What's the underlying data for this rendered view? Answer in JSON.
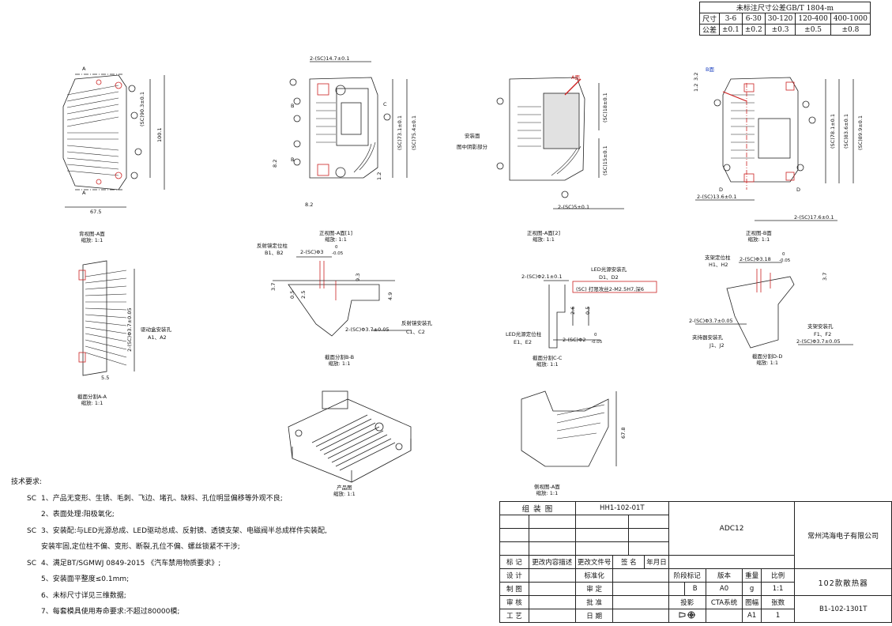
{
  "tolerance": {
    "title": "未标注尺寸公差GB/T 1804-m",
    "size_label": "尺寸",
    "tol_label": "公差",
    "ranges": [
      "3-6",
      "6-30",
      "30-120",
      "120-400",
      "400-1000"
    ],
    "values": [
      "±0.1",
      "±0.2",
      "±0.3",
      "±0.5",
      "±0.8"
    ]
  },
  "views": {
    "back": {
      "title": "背视图-A面",
      "scale": "缩放:  1:1",
      "dims": [
        "(SC)90.3±0.1",
        "100.1",
        "67.5"
      ],
      "marks": [
        "A",
        "A"
      ]
    },
    "front1": {
      "title": "正视图-A面[1]",
      "scale": "缩放:  1:1",
      "dims": [
        "2-(SC)14.7±0.1",
        "(SC)73.1±0.1",
        "(SC)75.4±0.1",
        "8.2",
        "8.2",
        "1.2"
      ],
      "marks": [
        "B",
        "B",
        "C"
      ]
    },
    "front2": {
      "title": "正视图-A面[2]",
      "scale": "缩放:  1:1",
      "dims": [
        "(SC)18±0.1",
        "(SC)15±0.1",
        "2-(SC)5±0.1"
      ],
      "mount_note": "安装面",
      "hatch_note": "图中阴影部分",
      "a_face": "A面"
    },
    "frontB": {
      "title": "正视图-B面",
      "scale": "缩放:  1:1",
      "dims": [
        "(SC)78.1±0.1",
        "(SC)83.6±0.1",
        "(SC)89.9±0.1",
        "2-(SC)13.6±0.1",
        "2-(SC)17.6±0.1",
        "1.2",
        "3.2"
      ],
      "b_face": "B面",
      "marks": [
        "D",
        "D"
      ]
    },
    "secA": {
      "title": "截面分割A-A",
      "scale": "缩放:    1:1",
      "dim": "2-(SC)Φ3.7±0.05",
      "note1": "驱动盒安装孔",
      "note2": "A1、A2",
      "small": "5.5"
    },
    "secB": {
      "title": "截面分割B-B",
      "scale": "缩放:  1:1",
      "n1": "反射镜定位柱",
      "n2": "B1、B2",
      "d1": "2-(SC)Φ3",
      "d1t": "0",
      "d1b": "-0.05",
      "d2": "2-(SC)Φ3.7±0.05",
      "n3": "反射镜安装孔",
      "n4": "C1、C2",
      "dims": [
        "3.7",
        "0.5",
        "2.5",
        "9.3",
        "4.9"
      ]
    },
    "secC": {
      "title": "截面分割C-C",
      "scale": "缩放:  1:1",
      "n1": "LED光源安装孔",
      "n2": "D1、D2",
      "d1": "2-(SC)Φ2.1±0.1",
      "box": "(SC)   打限攻丝2-M2.5H7,深6",
      "n3": "LED光源定位柱",
      "n4": "E1、E2",
      "d2": "2-(SC)Φ2",
      "d2t": "0",
      "d2b": "-0.05",
      "dims": [
        "2.6",
        "0.5"
      ]
    },
    "secD": {
      "title": "截面分割D-D",
      "scale": "缩放:  1:1",
      "n1": "支架定位柱",
      "n2": "H1、H2",
      "d1": "2-(SC)Φ3.18",
      "d1t": "0",
      "d1b": "-0.05",
      "d2": "2-(SC)Φ3.7±0.05",
      "n3": "夹持器安装孔",
      "n4": "J1、J2",
      "n5": "支架安装孔",
      "n6": "F1、F2",
      "d3": "2-(SC)Φ3.7±0.05",
      "dims": [
        "3.7"
      ]
    },
    "product": {
      "title": "产品图",
      "scale": "缩放:  1:1"
    },
    "side": {
      "title": "侧视图-A面",
      "scale": "缩放:  1:1",
      "dim": "67.8"
    }
  },
  "requirements": {
    "heading": "技术要求:",
    "items": [
      {
        "sc": "SC",
        "text": "1、产品无变形、生锈、毛刺、飞边、堵孔、缺料、孔位明显偏移等外观不良;"
      },
      {
        "sc": "",
        "text": "2、表面处理:阳极氧化;"
      },
      {
        "sc": "SC",
        "text": "3、安装配:与LED光源总成、LED驱动总成、反射镜、透镜支架、电磁阀半总成样件实装配,"
      },
      {
        "sc": "",
        "text": "安装牢固,定位柱不偏、变形、断裂,孔位不偏、螺丝锁紧不干涉;"
      },
      {
        "sc": "SC",
        "text": "4、满足BT/SGMWJ 0849-2015  《汽车禁用物质要求》;"
      },
      {
        "sc": "",
        "text": "5、安装面平整度≤0.1mm;"
      },
      {
        "sc": "",
        "text": "6、未标尺寸详见三维数据;"
      },
      {
        "sc": "",
        "text": "7、每套模具使用寿命要求:不超过80000模;"
      }
    ]
  },
  "titleblock": {
    "assembly_label": "组  装  图",
    "assembly_no": "HH1-102-01T",
    "material": "ADC12",
    "company": "常州鸿海电子有限公司",
    "rev_headers": [
      "标  记",
      "更改内容描述",
      "更改文件号",
      "签  名",
      "年月日"
    ],
    "design": "设  计",
    "standard": "标准化",
    "stage": "阶段标记",
    "version": "版本",
    "weight": "重量",
    "ratio": "比例",
    "draw": "制  图",
    "review": "审  定",
    "stage_val": "B",
    "version_val": "A0",
    "weight_val": "g",
    "ratio_val": "1:1",
    "check": "审  核",
    "approve": "批  准",
    "projection": "投影",
    "cta": "CTA系统",
    "size": "图幅",
    "sheets": "张数",
    "craft": "工  艺",
    "date": "日  期",
    "size_val": "A1",
    "sheets_val": "1",
    "part_name": "102款散热器",
    "drawing_no": "B1-102-1301T"
  }
}
